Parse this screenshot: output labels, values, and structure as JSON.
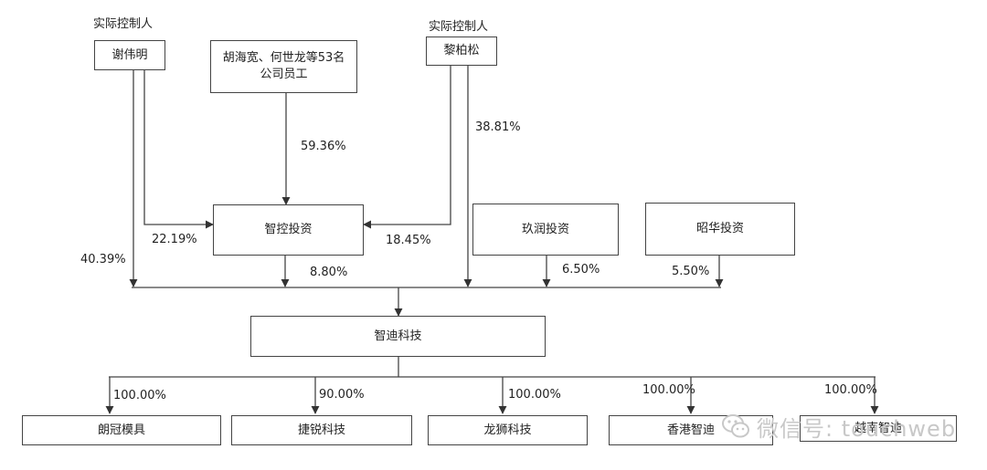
{
  "labels": {
    "controller_left": "实际控制人",
    "controller_right": "实际控制人"
  },
  "entities": {
    "xie": "谢伟明",
    "staff": "胡海宽、何世龙等53名公司员工",
    "li": "黎柏松",
    "zhikong": "智控投资",
    "jiurun": "玖润投资",
    "zhaohua": "昭华投资",
    "zhidi": "智迪科技",
    "langguan": "朗冠模具",
    "jierui": "捷锐科技",
    "longshi": "龙狮科技",
    "hk": "香港智迪",
    "fifth": "越南智迪"
  },
  "percents": {
    "xie_to_zhidi": "40.39%",
    "xie_to_zhikong": "22.19%",
    "staff_to_zhikong": "59.36%",
    "li_to_zhidi": "38.81%",
    "li_to_zhikong": "18.45%",
    "zhikong_to_zhidi": "8.80%",
    "jiurun_to_zhidi": "6.50%",
    "zhaohua_to_zhidi": "5.50%",
    "zhidi_to_langguan": "100.00%",
    "zhidi_to_jierui": "90.00%",
    "zhidi_to_longshi": "100.00%",
    "zhidi_to_hk": "100.00%",
    "zhidi_to_fifth": "100.00%"
  },
  "watermark": {
    "text": "微信号: touchweb",
    "icon": "wechat-icon",
    "color": "#c8c8c8"
  },
  "colors": {
    "line": "#444444",
    "text": "#222222"
  }
}
